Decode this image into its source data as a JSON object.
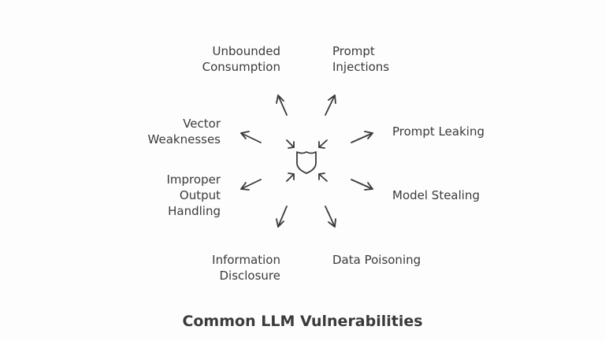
{
  "diagram": {
    "title": "Common LLM Vulnerabilities",
    "center_icon": "shield-icon",
    "stroke_color": "#3a3a3a",
    "items": [
      {
        "lines": [
          "Unbounded",
          "Consumption"
        ]
      },
      {
        "lines": [
          "Prompt",
          "Injections"
        ]
      },
      {
        "lines": [
          "Prompt Leaking"
        ]
      },
      {
        "lines": [
          "Model Stealing"
        ]
      },
      {
        "lines": [
          "Data Poisoning"
        ]
      },
      {
        "lines": [
          "Information",
          "Disclosure"
        ]
      },
      {
        "lines": [
          "Improper",
          "Output",
          "Handling"
        ]
      },
      {
        "lines": [
          "Vector",
          "Weaknesses"
        ]
      }
    ]
  }
}
